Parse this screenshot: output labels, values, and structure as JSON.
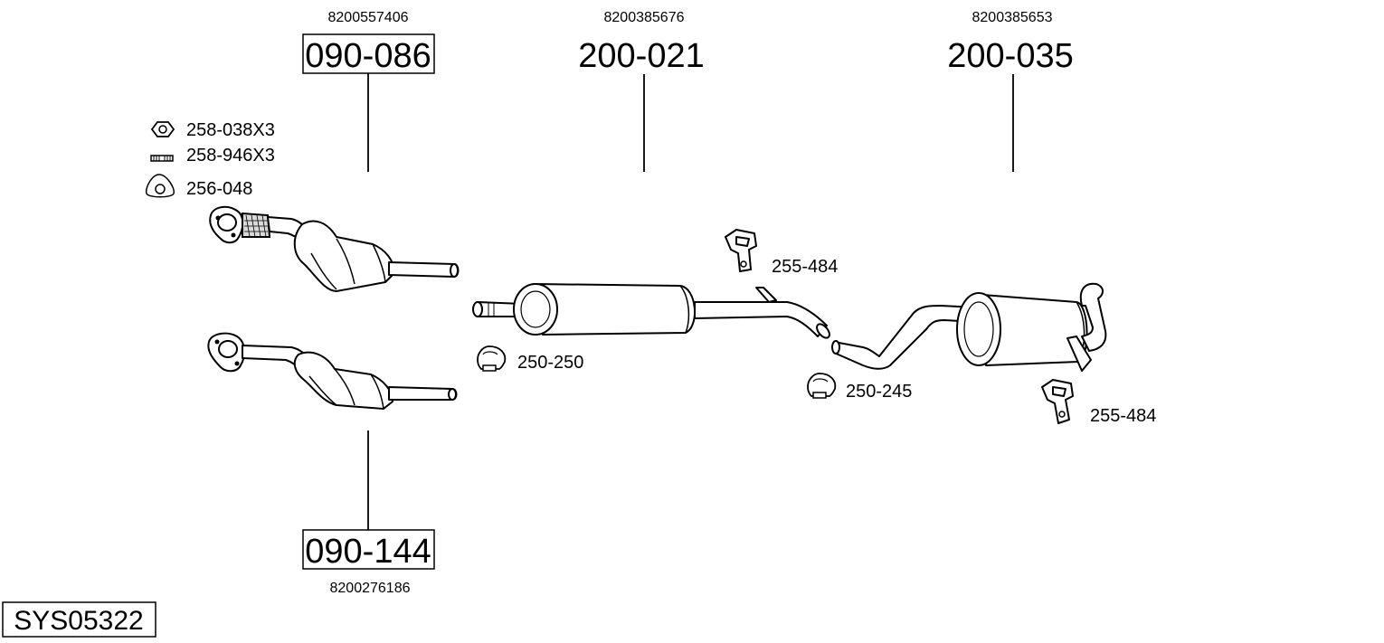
{
  "system_code": "SYS05322",
  "parts": [
    {
      "id": "p1",
      "part_number": "090-086",
      "oe_number": "8200557406",
      "boxed": true
    },
    {
      "id": "p2",
      "part_number": "200-021",
      "oe_number": "8200385676",
      "boxed": false
    },
    {
      "id": "p3",
      "part_number": "200-035",
      "oe_number": "8200385653",
      "boxed": false
    },
    {
      "id": "p4",
      "part_number": "090-144",
      "oe_number": "8200276186",
      "boxed": true
    }
  ],
  "accessories": [
    {
      "label": "258-038X3",
      "icon": "nut-icon"
    },
    {
      "label": "258-946X3",
      "icon": "stud-bolt-icon"
    },
    {
      "label": "256-048",
      "icon": "gasket-icon"
    },
    {
      "label": "255-484",
      "icon": "rubber-hanger-icon"
    },
    {
      "label": "250-250",
      "icon": "clamp-icon"
    },
    {
      "label": "250-245",
      "icon": "clamp-icon"
    },
    {
      "label": "255-484",
      "icon": "rubber-hanger-icon"
    }
  ]
}
